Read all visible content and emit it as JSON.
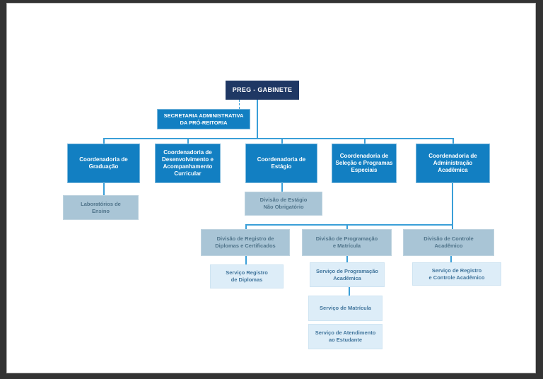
{
  "colors": {
    "frame": "#333333",
    "page_bg": "#ffffff",
    "navy_box": "#1f3864",
    "blue_box": "#127fc2",
    "grayblue_box": "#a9c5d6",
    "lightblue_box": "#ddedf8",
    "connector": "#3a9fd8"
  },
  "nodes": {
    "root": {
      "label": "PREG - GABINETE"
    },
    "secretariat": {
      "label": "SECRETARIA ADMINISTRATIVA\nDA PRÓ-REITORIA"
    },
    "coordenadorias": [
      {
        "label": "Coordenadoria de\nGraduação"
      },
      {
        "label": "Coordenadoria de\nDesenvolvimento e\nAcompanhamento\nCurricular"
      },
      {
        "label": "Coordenadoria de\nEstágio"
      },
      {
        "label": "Coordenadoria de\nSeleção e Programas\nEspeciais"
      },
      {
        "label": "Coordenadoria de\nAdministração\nAcadêmica"
      }
    ],
    "sub_graduacao": {
      "label": "Laboratórios de\nEnsino"
    },
    "sub_estagio": {
      "label": "Divisão de Estágio\nNão Obrigatório"
    },
    "divisoes": [
      {
        "label": "Divisão de Registro de\nDiplomas e Certificados"
      },
      {
        "label": "Divisão de Programação\ne Matrícula"
      },
      {
        "label": "Divisão de Controle\nAcadêmico"
      }
    ],
    "servicos": [
      {
        "label": "Serviço Registro\nde Diplomas"
      },
      {
        "label": "Serviço de Programação\nAcadêmica"
      },
      {
        "label": "Serviço de Matrícula"
      },
      {
        "label": "Serviço de Atendimento\nao Estudante"
      },
      {
        "label": "Serviço de Registro\ne Controle Acadêmico"
      }
    ]
  }
}
